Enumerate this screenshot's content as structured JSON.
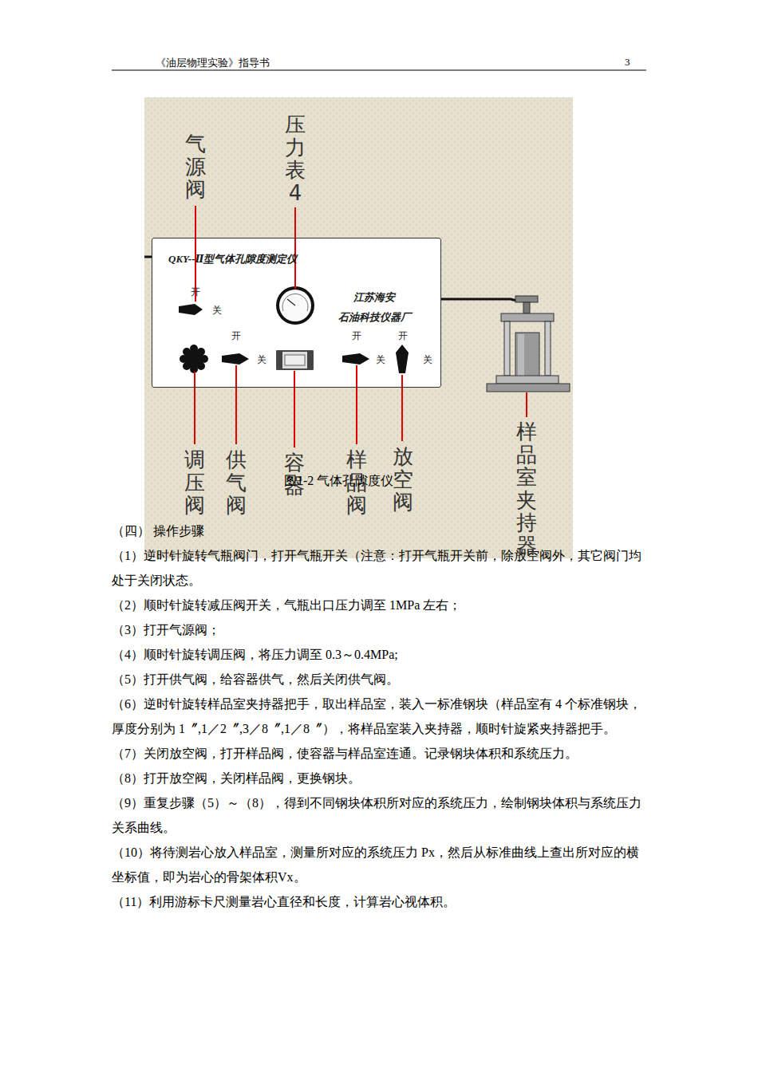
{
  "diagram": {
    "caption": "图1-2 气体孔隙度仪",
    "nodes": [
      {
        "text": [
          "QKY--Ⅱ型气体孔隙度测定仪",
          "江苏海安 石油科技仪器厂"
        ]
      }
    ],
    "labels": [
      "《油层物理实验》指导书",
      "3",
      "气源阀",
      "压力表4",
      "开",
      "关",
      "开",
      "关",
      "开",
      "关",
      "开",
      "关",
      "调压阀",
      "供气阀",
      "容器",
      "样品阀",
      "放空阀",
      "样品室夹持器",
      "（四） 操作步骤",
      "（1）逆时针旋转气瓶阀门，打开气瓶开关（注意：打开气瓶开关前，除放空阀外，其它阀门均处于关闭状态。",
      "（2）顺时针旋转减压阀开关，气瓶出口压力调至 1MPa 左右；",
      "（3）打开气源阀；",
      "（4）顺时针旋转调压阀，将压力调至 0.3～0.4MPa;",
      "（5）打开供气阀，给容器供气，然后关闭供气阀。",
      "（6）逆时针旋转样品室夹持器把手，取出样品室，装入一标准钢块（样品室有 4 个标准钢块，厚度分别为 1〞,1／2〞,3／8〞,1／8〞），将样品室装入夹持器，顺时针旋紧夹持器把手。",
      "（7）关闭放空阀，打开样品阀，使容器与样品室连通。记录钢块体积和系统压力。",
      "（8）打开放空阀，关闭样品阀，更换钢块。",
      "（9）重复步骤（5）～（8），得到不同钢块体积所对应的系统压力，绘制钢块体积与系统压力关系曲线。",
      "（10）将待测岩心放入样品室，测量所对应的系统压力 Px，然后从标准曲线上查出所对应的横坐标值，即为岩心的骨架体积Vx。",
      "（11）利用游标卡尺测量岩心直径和长度，计算岩心视体积。"
    ]
  }
}
